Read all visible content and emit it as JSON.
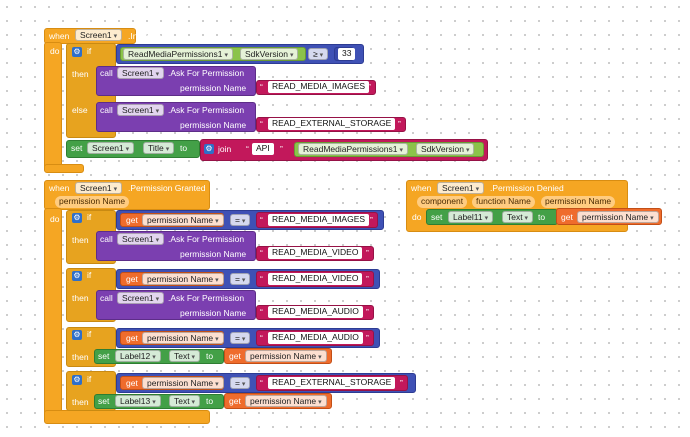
{
  "kw": {
    "when": "when",
    "do": "do",
    "if": "if",
    "then": "then",
    "else": "else",
    "call": "call",
    "set": "set",
    "to": "to",
    "join": "join",
    "get": "get"
  },
  "ops": {
    "gte": "≥",
    "eq": "="
  },
  "icons": {
    "mutator": "gear-icon"
  },
  "block1": {
    "component": "Screen1",
    "event": ".Initialize",
    "condition": {
      "component": "ReadMediaPermissions1",
      "property": "SdkVersion",
      "operator": "≥",
      "value": "33"
    },
    "then_call": {
      "component": "Screen1",
      "method": ".Ask For Permission",
      "arg_name": "permission Name",
      "arg_value": "READ_MEDIA_IMAGES"
    },
    "else_call": {
      "component": "Screen1",
      "method": ".Ask For Permission",
      "arg_name": "permission Name",
      "arg_value": "READ_EXTERNAL_STORAGE"
    },
    "set": {
      "component": "Screen1",
      "property": "Title",
      "join_text": "API",
      "join_component": "ReadMediaPermissions1",
      "join_property": "SdkVersion"
    }
  },
  "block2": {
    "component": "Screen1",
    "event": ".Permission Granted",
    "param": "permission Name",
    "branches": [
      {
        "var": "permission Name",
        "value": "READ_MEDIA_IMAGES",
        "action": "call",
        "component": "Screen1",
        "method": ".Ask For Permission",
        "arg_name": "permission Name",
        "arg_value": "READ_MEDIA_VIDEO"
      },
      {
        "var": "permission Name",
        "value": "READ_MEDIA_VIDEO",
        "action": "call",
        "component": "Screen1",
        "method": ".Ask For Permission",
        "arg_name": "permission Name",
        "arg_value": "READ_MEDIA_AUDIO"
      },
      {
        "var": "permission Name",
        "value": "READ_MEDIA_AUDIO",
        "action": "set",
        "component": "Label12",
        "property": "Text",
        "get_var": "permission Name"
      },
      {
        "var": "permission Name",
        "value": "READ_EXTERNAL_STORAGE",
        "action": "set",
        "component": "Label13",
        "property": "Text",
        "get_var": "permission Name"
      }
    ]
  },
  "block3": {
    "component": "Screen1",
    "event": ".Permission Denied",
    "params": [
      "component",
      "function Name",
      "permission Name"
    ],
    "set": {
      "component": "Label11",
      "property": "Text",
      "get_var": "permission Name"
    }
  }
}
